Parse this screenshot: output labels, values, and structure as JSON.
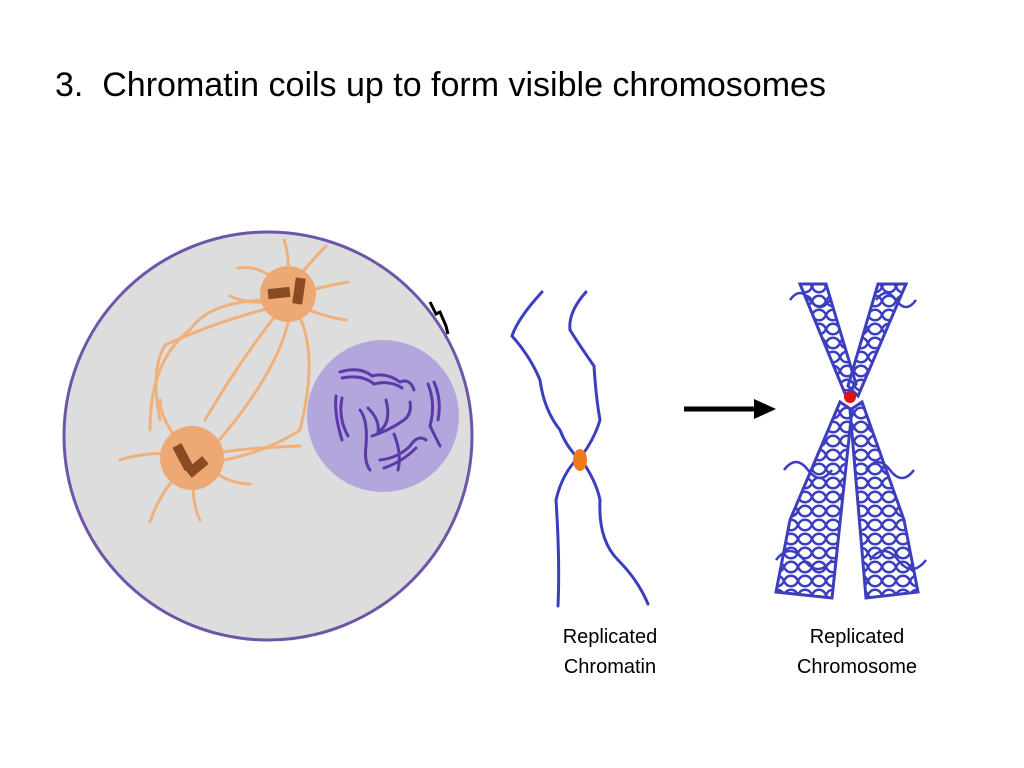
{
  "slide": {
    "title": "3.  Chromatin coils up to form visible chromosomes"
  },
  "labels": {
    "chromatin_line1": "Replicated",
    "chromatin_line2": "Chromatin",
    "chromosome_line1": "Replicated",
    "chromosome_line2": "Chromosome"
  },
  "colors": {
    "cell_fill": "#dddddd",
    "cell_outline": "#6f55a8",
    "centrosome": "#e8a06a",
    "centriole": "#8a4a22",
    "nucleus": "#b3a6dc",
    "nuclear_chromatin": "#5a3aa8",
    "chromatin_strand": "#3b3ebf",
    "centromere_chromatin": "#f07a1a",
    "centromere_chromosome": "#e01010",
    "arrow": "#000000"
  },
  "icons": {
    "arrow": "right-arrow-icon"
  }
}
